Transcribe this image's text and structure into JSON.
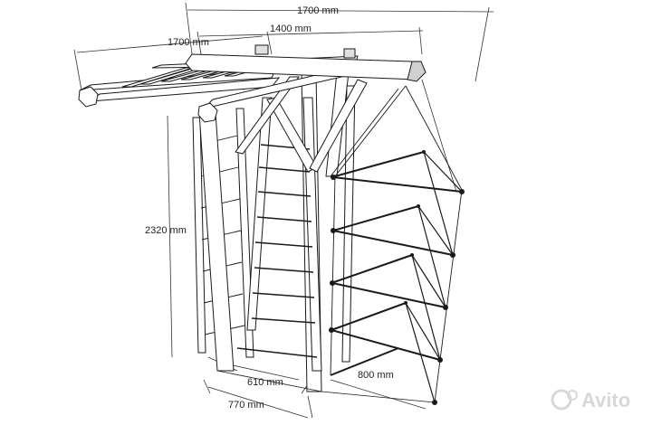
{
  "dimensions": {
    "overall_width": "1700 mm",
    "bar_length": "1700 mm",
    "top_span": "1400 mm",
    "height": "2320 mm",
    "ladder_width": "610 mm",
    "base_depth": "770 mm",
    "rope_ladder_width": "800 mm"
  },
  "watermark": {
    "brand": "Avito"
  },
  "colors": {
    "wood": "#ffffff",
    "outline": "#1a1a1a",
    "shade": "#9a9a9a",
    "leader": "#333333"
  }
}
